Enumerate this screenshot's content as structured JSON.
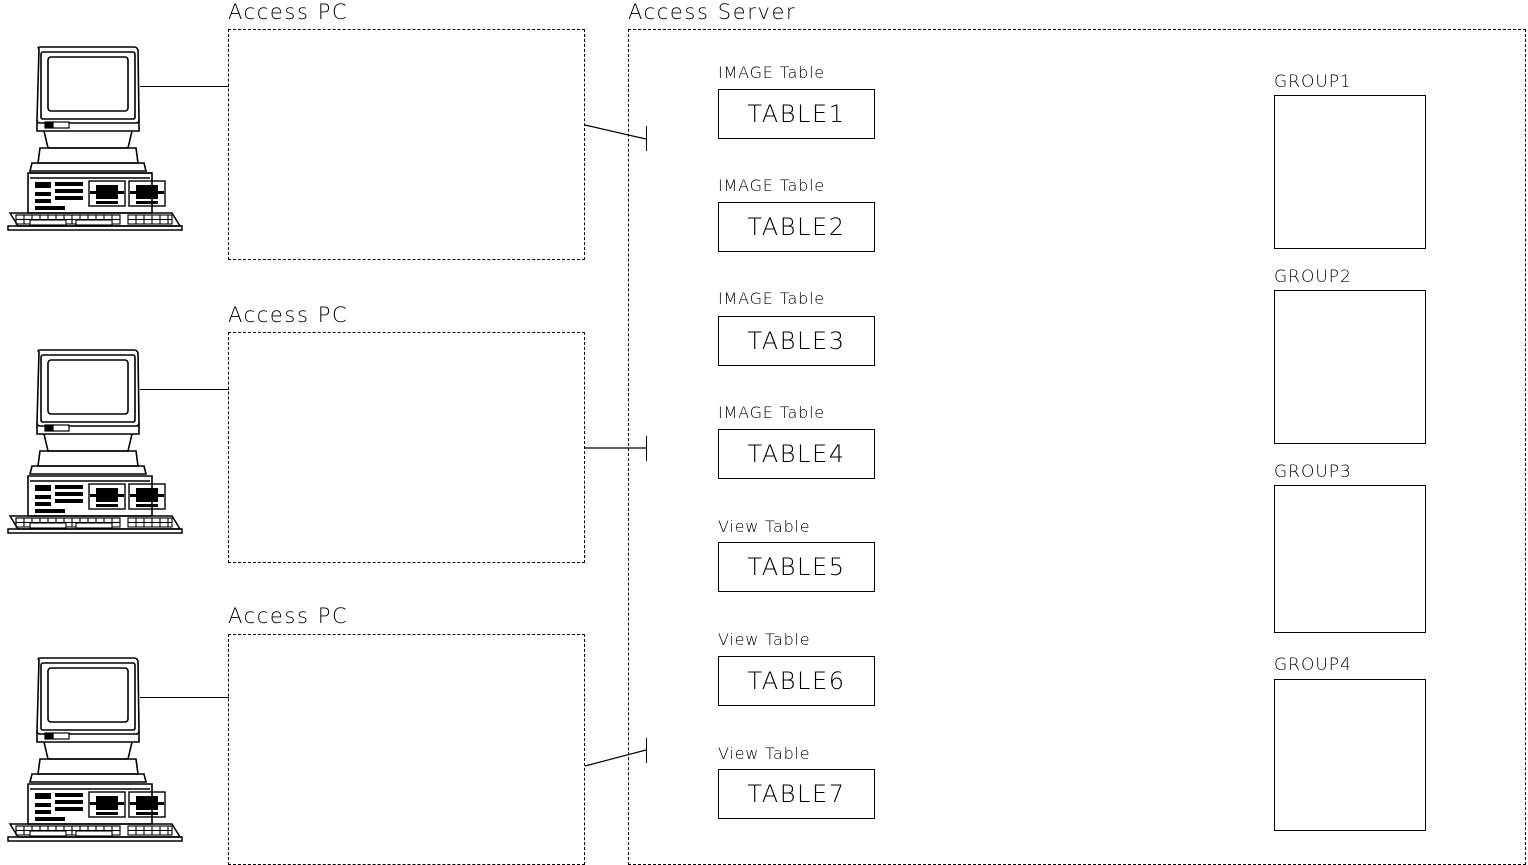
{
  "diagram": {
    "title_zones": {
      "access_pc": "Access PC",
      "access_server": "Access Server"
    },
    "workstations": [
      {
        "id": "pc1",
        "label": "Access PC",
        "icon": "desktop-computer-icon"
      },
      {
        "id": "pc2",
        "label": "Access PC",
        "icon": "desktop-computer-icon"
      },
      {
        "id": "pc3",
        "label": "Access PC",
        "icon": "desktop-computer-icon"
      }
    ],
    "server": {
      "label": "Access Server",
      "tables": [
        {
          "kind": "IMAGE Table",
          "name": "TABLE1"
        },
        {
          "kind": "IMAGE Table",
          "name": "TABLE2"
        },
        {
          "kind": "IMAGE Table",
          "name": "TABLE3"
        },
        {
          "kind": "IMAGE Table",
          "name": "TABLE4"
        },
        {
          "kind": "View Table",
          "name": "TABLE5"
        },
        {
          "kind": "View Table",
          "name": "TABLE6"
        },
        {
          "kind": "View Table",
          "name": "TABLE7"
        }
      ],
      "groups": [
        {
          "name": "GROUP1"
        },
        {
          "name": "GROUP2"
        },
        {
          "name": "GROUP3"
        },
        {
          "name": "GROUP4"
        }
      ]
    },
    "colors": {
      "stroke": "#000000",
      "background": "#ffffff"
    }
  }
}
